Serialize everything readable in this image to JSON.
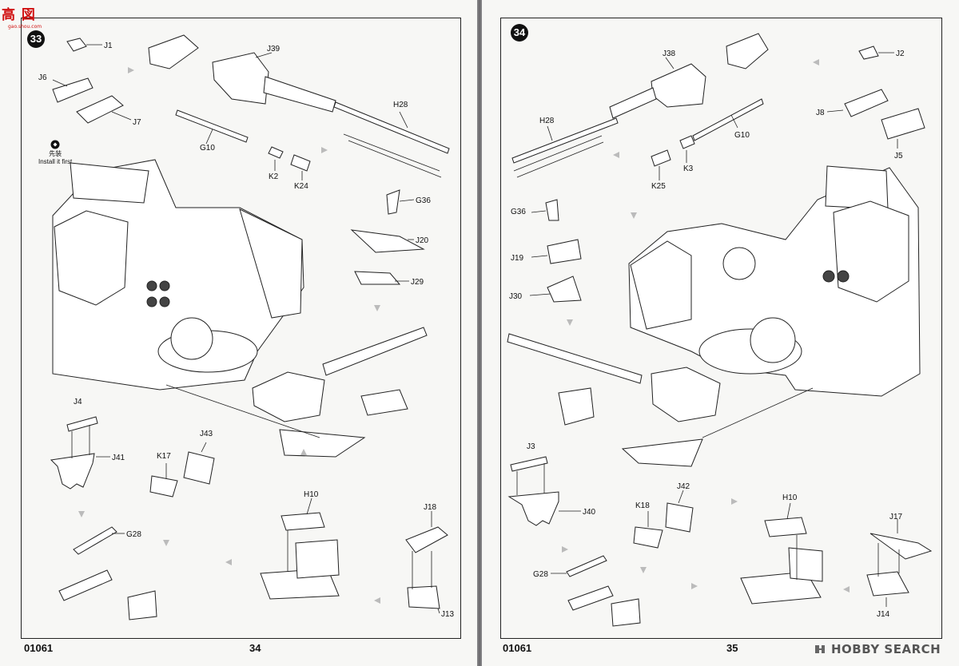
{
  "logo": {
    "main": "高 図",
    "sub": "gao.shou.com"
  },
  "left_page": {
    "step_number": "33",
    "note_cn": "先装",
    "note_en": "Install it first",
    "catalog_no": "01061",
    "page_number": "34",
    "labels": [
      "J1",
      "J6",
      "J7",
      "J39",
      "H28",
      "G10",
      "K2",
      "K24",
      "G36",
      "J20",
      "J29",
      "J4",
      "J41",
      "J43",
      "K17",
      "H10",
      "J18",
      "G28",
      "J13"
    ]
  },
  "right_page": {
    "step_number": "34",
    "catalog_no": "01061",
    "page_number": "35",
    "labels": [
      "J38",
      "J2",
      "J8",
      "J5",
      "H28",
      "G10",
      "K3",
      "K25",
      "G36",
      "J19",
      "J30",
      "J3",
      "J40",
      "J42",
      "K18",
      "H10",
      "J17",
      "G28",
      "J14"
    ]
  },
  "watermark": {
    "text": "HOBBY SEARCH",
    "icon": "hobbysearch-logo-icon"
  }
}
